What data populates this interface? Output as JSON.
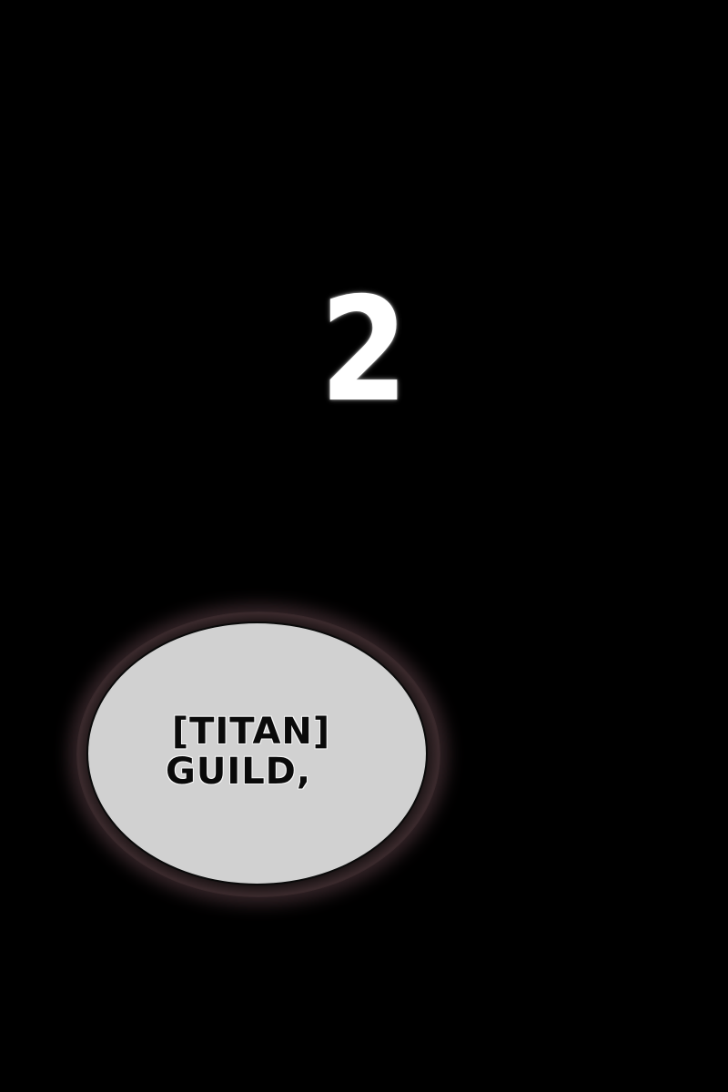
{
  "panel": {
    "background_color": "#000000",
    "chapter_number": "2",
    "speech_bubble": {
      "lines": [
        "[TITAN]",
        "GUILD,"
      ],
      "fill_color": "#d1d1d1",
      "border_color": "#0a0a0a",
      "glow_color": "#5f4148"
    }
  }
}
